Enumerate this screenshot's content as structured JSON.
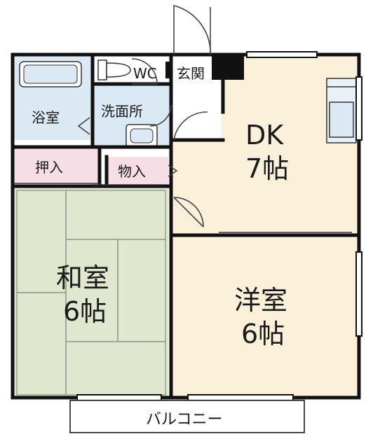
{
  "rooms": {
    "bath": "浴室",
    "wc": "WC",
    "entrance": "玄関",
    "washroom": "洗面所",
    "closet": "押入",
    "storage": "物入",
    "dk_name": "DK",
    "dk_size": "7帖",
    "washitsu_name": "和室",
    "washitsu_size": "6帖",
    "yoshitsu_name": "洋室",
    "yoshitsu_size": "6帖",
    "balcony": "バルコニー"
  },
  "colors": {
    "wall": "#111111",
    "dk_floor": "#fbf0d9",
    "yoshitsu_floor": "#fbf0d9",
    "tatami": "#dfe8cf",
    "wet_area": "#dbe9f5",
    "closet": "#f6dde6",
    "entrance": "#ffffff"
  }
}
